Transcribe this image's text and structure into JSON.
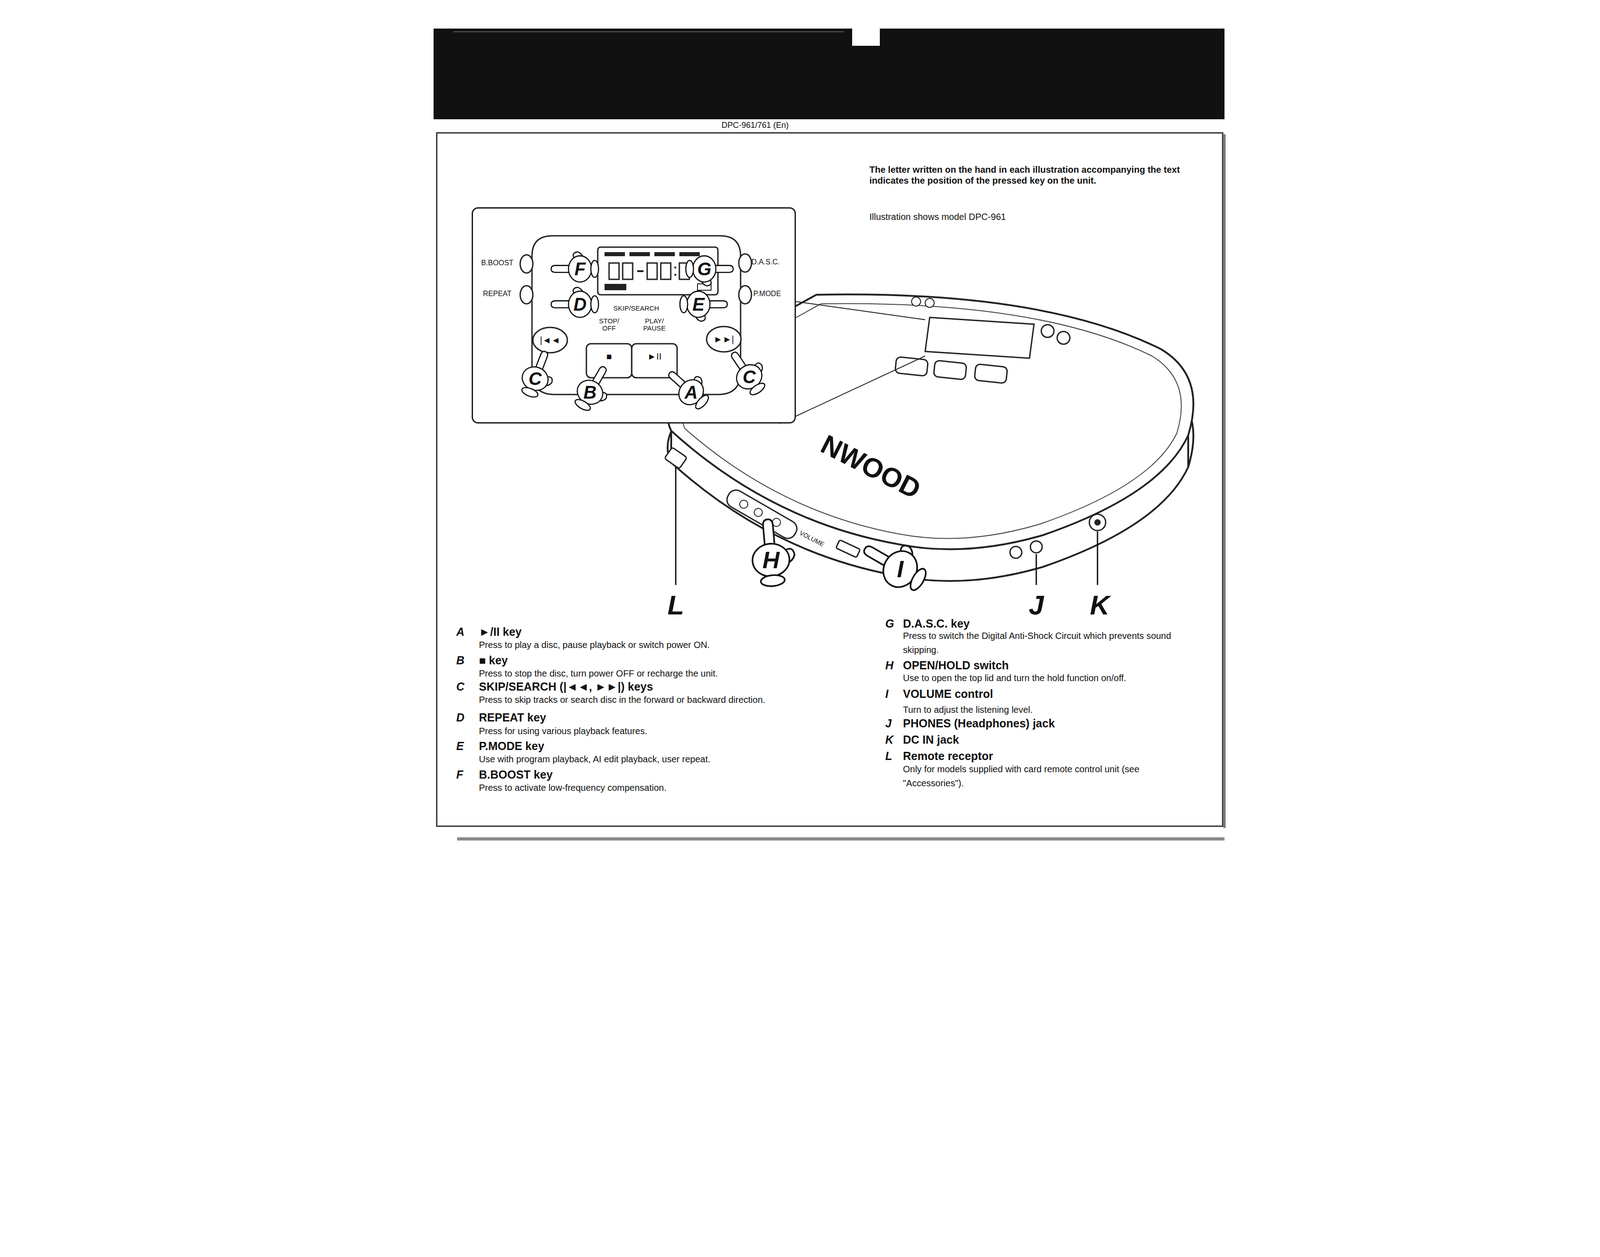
{
  "diagram": {
    "nodes": [
      {
        "text": [
          "B.BOOST",
          "F",
          "G",
          "D.A.S.C.",
          "REPEAT",
          "D",
          "E",
          "P.MODE",
          "SKIP/SEARCH",
          "STOP/ OFF",
          "PLAY/ PAUSE",
          "|◄◄",
          "■",
          "►II",
          "►►|",
          "C",
          "B",
          "A",
          "C"
        ]
      }
    ],
    "labels": [
      "DPC-961/761 (En)",
      "The letter written on the hand in each illustration accompanying the text indicates the position of the pressed key on the unit.",
      "Illustration shows model DPC-961",
      "NWOOD",
      "VOLUME",
      "H",
      "I",
      "L",
      "J",
      "K",
      "A",
      "►/II key",
      "Press to play a disc, pause playback or switch power ON.",
      "B",
      "■ key",
      "Press to stop the disc, turn power OFF or recharge the unit.",
      "C",
      "SKIP/SEARCH (|◄◄, ►►|) keys",
      "Press to skip tracks or search disc in the forward or backward direction.",
      "D",
      "REPEAT key",
      "Press for using various playback features.",
      "E",
      "P.MODE key",
      "Use with program playback, AI edit playback, user repeat.",
      "F",
      "B.BOOST key",
      "Press to activate low-frequency compensation.",
      "G",
      "D.A.S.C. key",
      "Press to switch the Digital Anti-Shock Circuit which prevents sound skipping.",
      "H",
      "OPEN/HOLD switch",
      "Use to open the top lid and turn the hold function on/off.",
      "I",
      "VOLUME control",
      "Turn to adjust the listening level.",
      "J",
      "PHONES (Headphones) jack",
      "K",
      "DC IN jack",
      "L",
      "Remote receptor",
      "Only for models supplied with card remote control unit (see \"Accessories\")."
    ]
  }
}
